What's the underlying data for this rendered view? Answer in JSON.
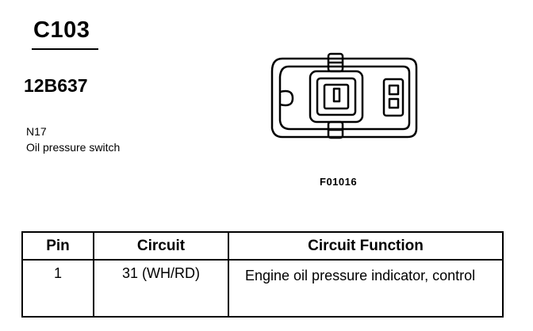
{
  "header": {
    "connector_id": "C103",
    "part_number": "12B637",
    "component_code": "N17",
    "component_name": "Oil pressure switch"
  },
  "figure": {
    "figure_id": "F01016"
  },
  "table": {
    "columns": [
      "Pin",
      "Circuit",
      "Circuit Function"
    ],
    "rows": [
      {
        "pin": "1",
        "circuit": "31 (WH/RD)",
        "function": "Engine oil pressure indicator, control"
      }
    ]
  }
}
